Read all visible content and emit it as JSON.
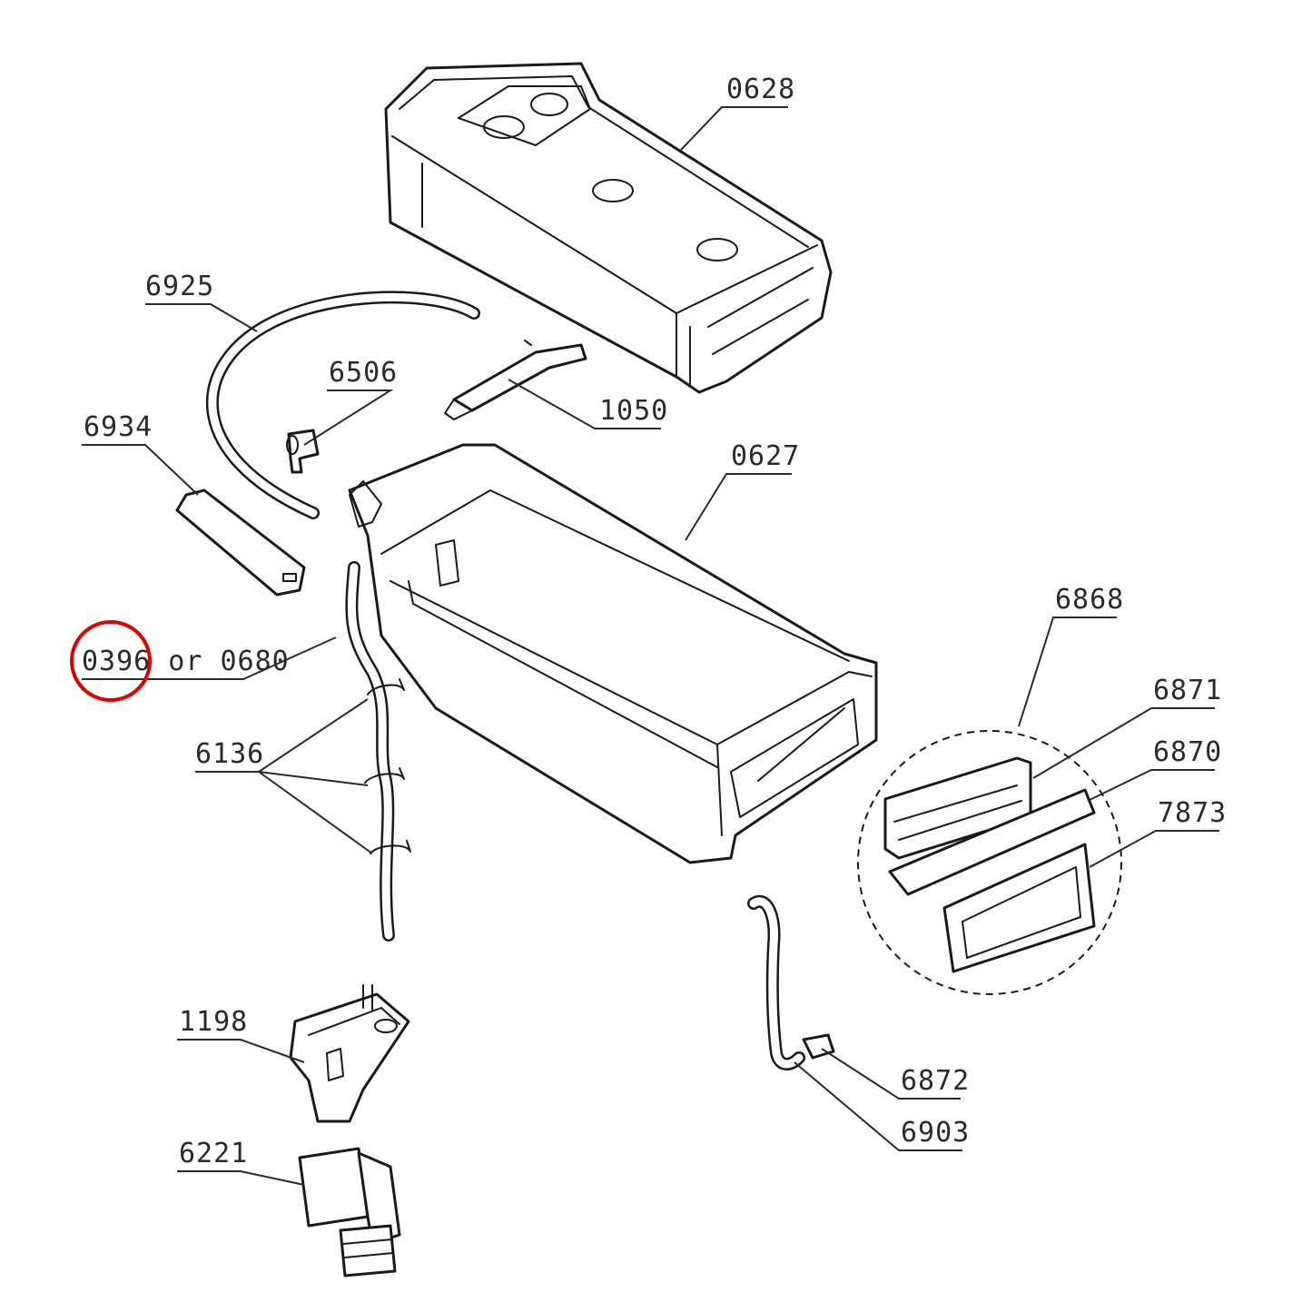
{
  "labels": {
    "l0628": "0628",
    "l6925": "6925",
    "l6506": "6506",
    "l6934": "6934",
    "l1050": "1050",
    "l0627": "0627",
    "l0396": "0396 or 0680",
    "l6136": "6136",
    "l6868": "6868",
    "l6871": "6871",
    "l6870": "6870",
    "l7873": "7873",
    "l1198": "1198",
    "l6872": "6872",
    "l6221": "6221",
    "l6903": "6903"
  },
  "highlight": {
    "color": "#e00000",
    "target": "0396"
  }
}
